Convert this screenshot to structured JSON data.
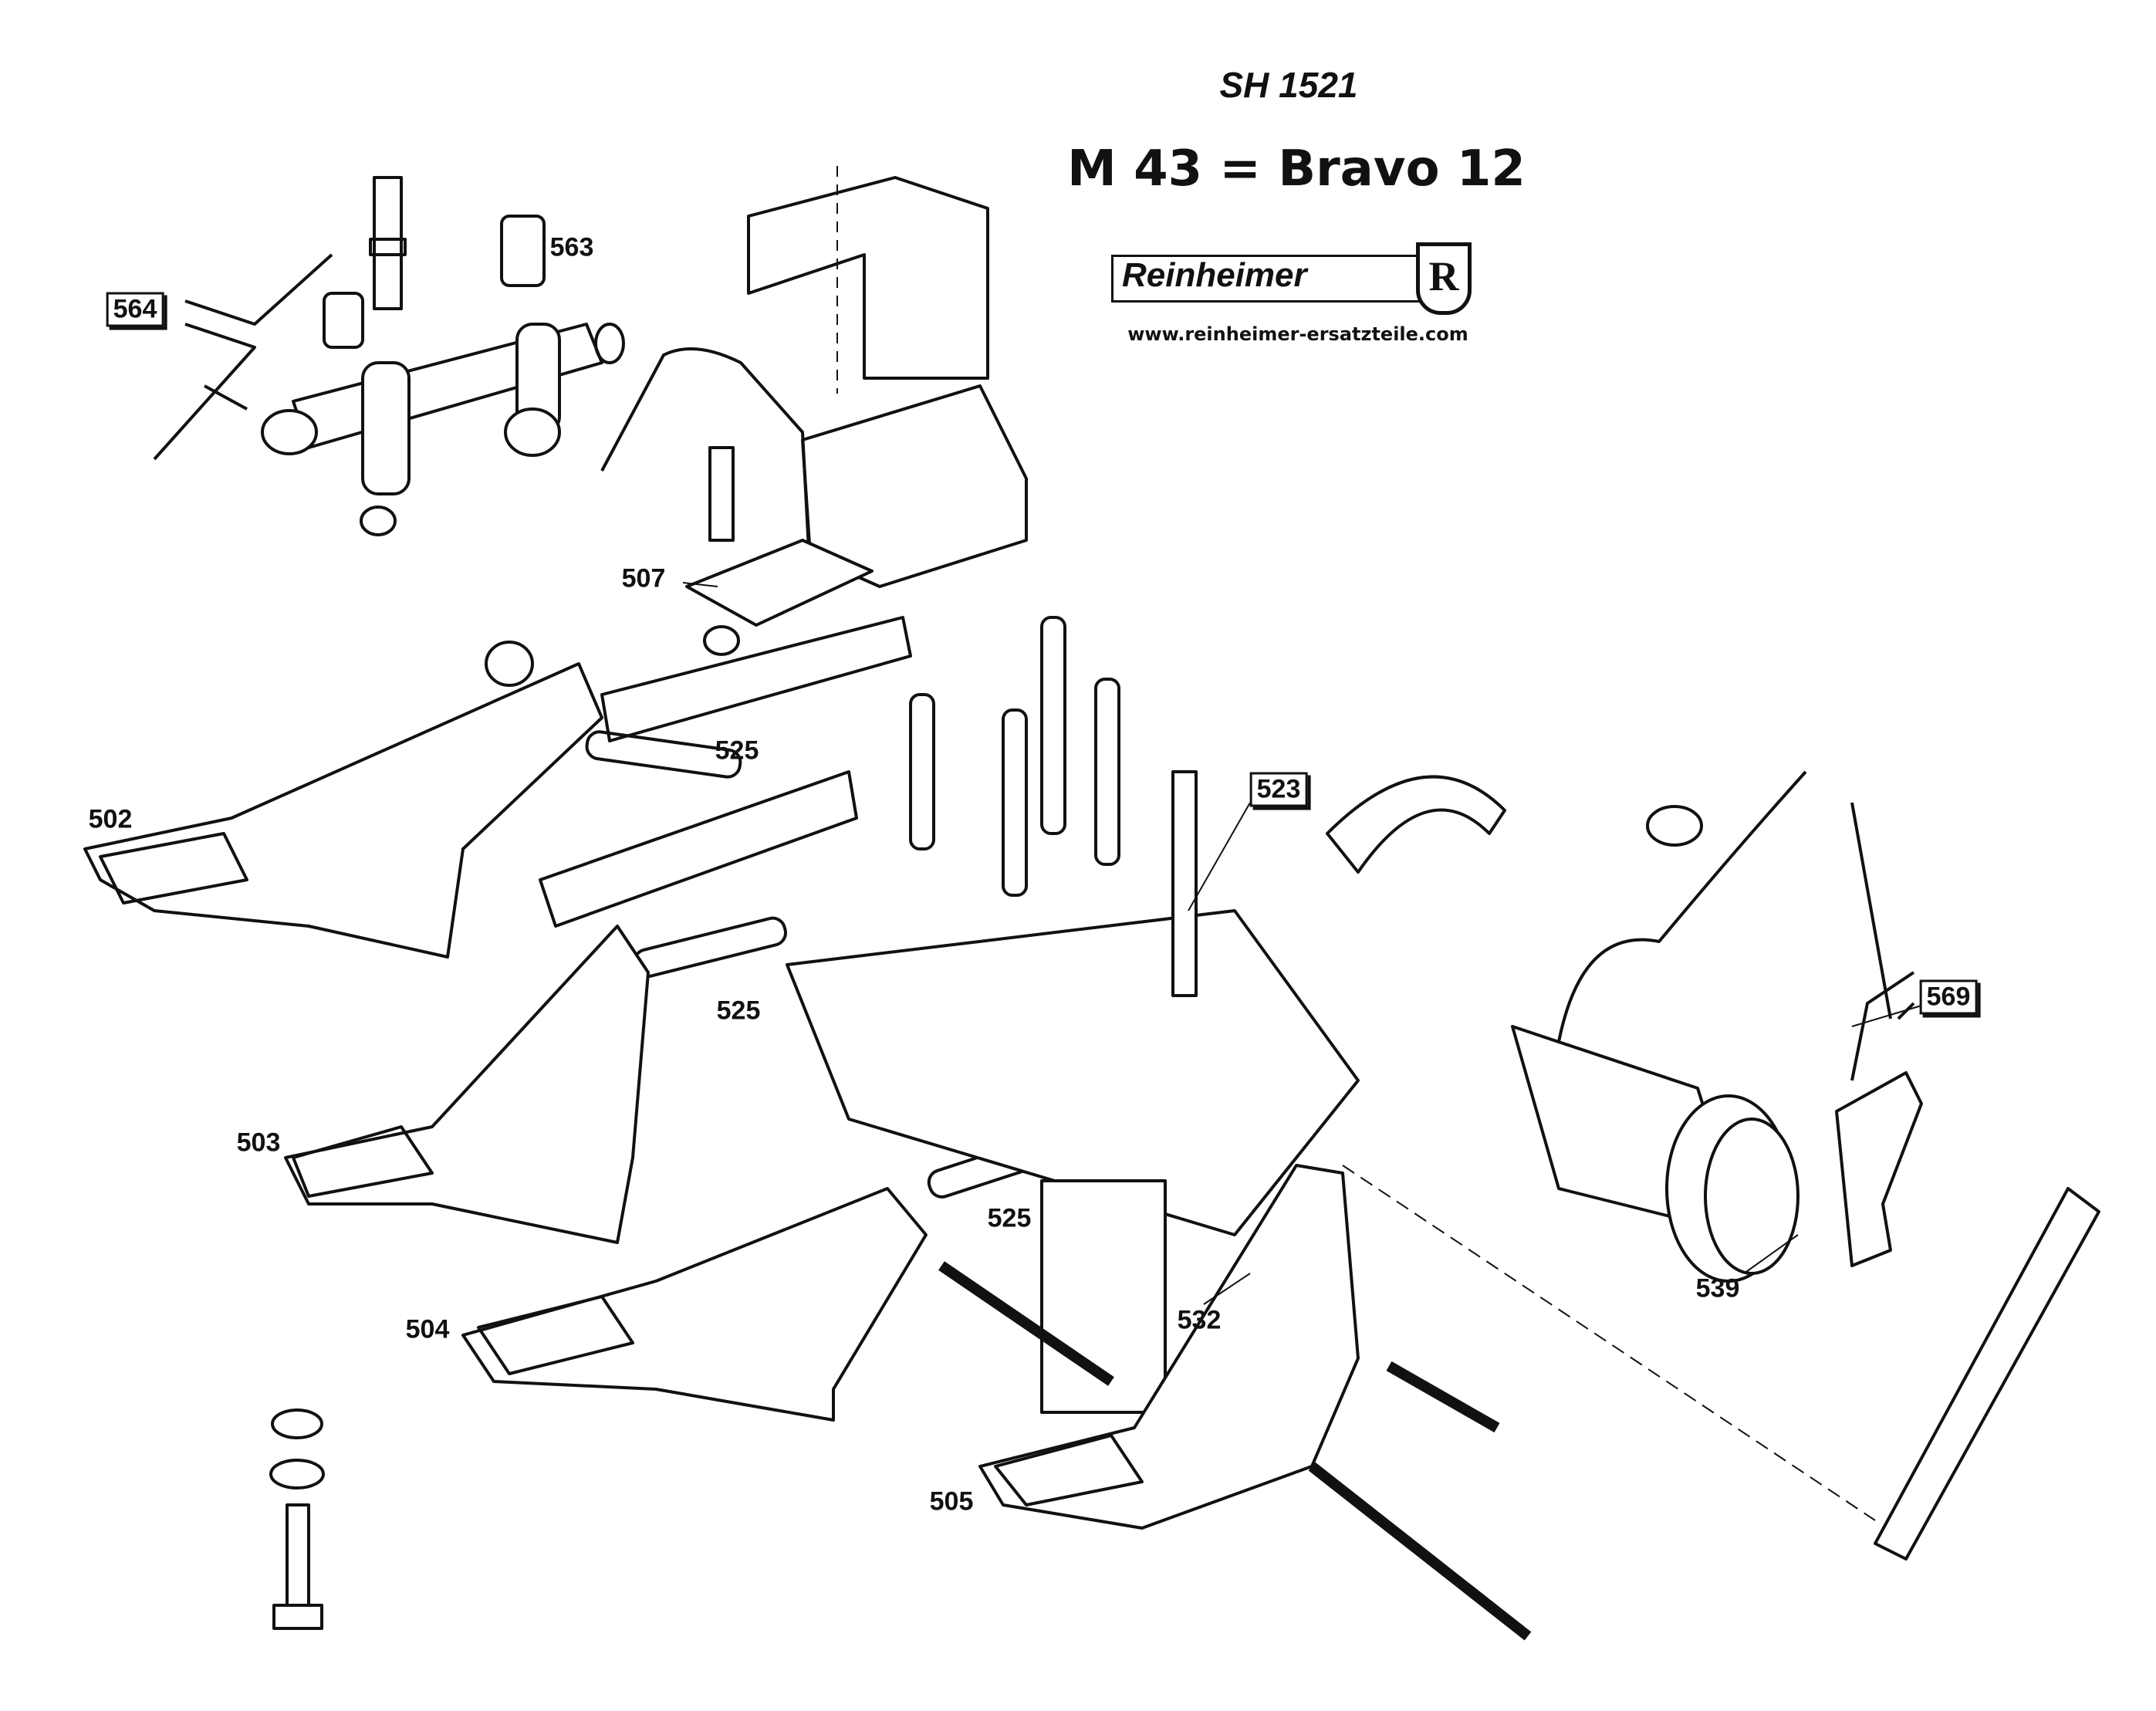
{
  "header": {
    "sheet_number": "SH 1521",
    "model": "M 43 = Bravo 12",
    "brand": "Reinheimer",
    "brand_mark": "R",
    "website": "www.reinheimer-ersatzteile.com"
  },
  "part_labels": [
    {
      "id": "564",
      "boxed": true
    },
    {
      "id": "563",
      "boxed": false
    },
    {
      "id": "507",
      "boxed": false
    },
    {
      "id": "525",
      "boxed": false
    },
    {
      "id": "502",
      "boxed": false
    },
    {
      "id": "523",
      "boxed": true
    },
    {
      "id": "569",
      "boxed": true
    },
    {
      "id": "525",
      "boxed": false
    },
    {
      "id": "503",
      "boxed": false
    },
    {
      "id": "525",
      "boxed": false
    },
    {
      "id": "539",
      "boxed": false
    },
    {
      "id": "532",
      "boxed": false
    },
    {
      "id": "504",
      "boxed": false
    },
    {
      "id": "505",
      "boxed": false
    }
  ]
}
